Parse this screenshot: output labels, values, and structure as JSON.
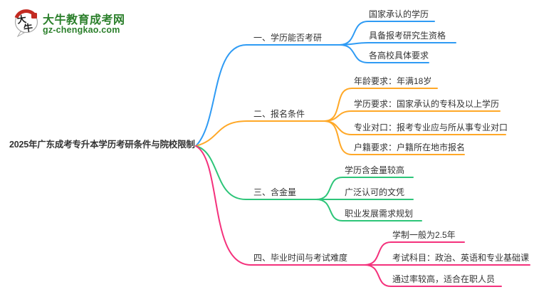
{
  "logo": {
    "title": "大牛教育成考网",
    "url": "gz-chengkao.com",
    "icon_char_1": "大",
    "icon_char_2": "牛",
    "brand_green": "#2b7f2b",
    "brand_red": "#c32a21"
  },
  "central_topic": "2025年广东成考专升本学历考研条件与院校限制",
  "text_color": "#333333",
  "background": "#ffffff",
  "branches": [
    {
      "label": "一、学历能否考研",
      "color": "#2f9bf4",
      "children": [
        "国家承认的学历",
        "具备报考研究生资格",
        "各高校具体要求"
      ]
    },
    {
      "label": "二、报名条件",
      "color": "#ffa827",
      "children": [
        "年龄要求：年满18岁",
        "学历要求：国家承认的专科及以上学历",
        "专业对口：报考专业应与所从事专业对口",
        "户籍要求：户籍所在地市报名"
      ]
    },
    {
      "label": "三、含金量",
      "color": "#2dc579",
      "children": [
        "学历含金量较高",
        "广泛认可的文凭",
        "职业发展需求规划"
      ]
    },
    {
      "label": "四、毕业时间与考试难度",
      "color": "#f4317c",
      "children": [
        "学制一般为2.5年",
        "考试科目：政治、英语和专业基础课",
        "通过率较高，适合在职人员"
      ]
    }
  ]
}
